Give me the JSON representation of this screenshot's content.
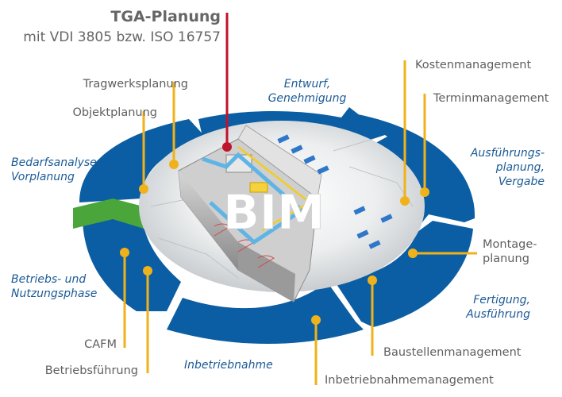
{
  "header": {
    "title": "TGA-Planung",
    "subtitle": "mit VDI 3805 bzw. ISO 16757"
  },
  "center": {
    "label": "BIM"
  },
  "colors": {
    "ring_blue": "#0b5ea3",
    "connector_yellow": "#f0b21a",
    "tga_red": "#c0132c",
    "arrow_green": "#4aa63a",
    "label_grey": "#5f5f5f",
    "phase_blue": "#1b5a96"
  },
  "phases": [
    {
      "id": "bedarfsanalyse",
      "line1": "Bedarfsanalyse,",
      "line2": "Vorplanung"
    },
    {
      "id": "entwurf",
      "line1": "Entwurf,",
      "line2": "Genehmigung"
    },
    {
      "id": "ausfuehrungsplanung",
      "line1": "Ausführungs-",
      "line2": "planung,",
      "line3": "Vergabe"
    },
    {
      "id": "fertigung",
      "line1": "Fertigung,",
      "line2": "Ausführung"
    },
    {
      "id": "inbetriebnahme",
      "line1": "Inbetriebnahme"
    },
    {
      "id": "betrieb",
      "line1": "Betriebs- und",
      "line2": "Nutzungsphase"
    }
  ],
  "disciplines": {
    "tragwerksplanung": "Tragwerksplanung",
    "objektplanung": "Objektplanung",
    "kostenmanagement": "Kostenmanagement",
    "terminmanagement": "Terminmanagement",
    "montageplanung_1": "Montage-",
    "montageplanung_2": "planung",
    "baustellenmanagement": "Baustellenmanagement",
    "inbetriebnahmemanagement": "Inbetriebnahmemanagement",
    "cafm": "CAFM",
    "betriebsfuehrung": "Betriebsführung"
  }
}
